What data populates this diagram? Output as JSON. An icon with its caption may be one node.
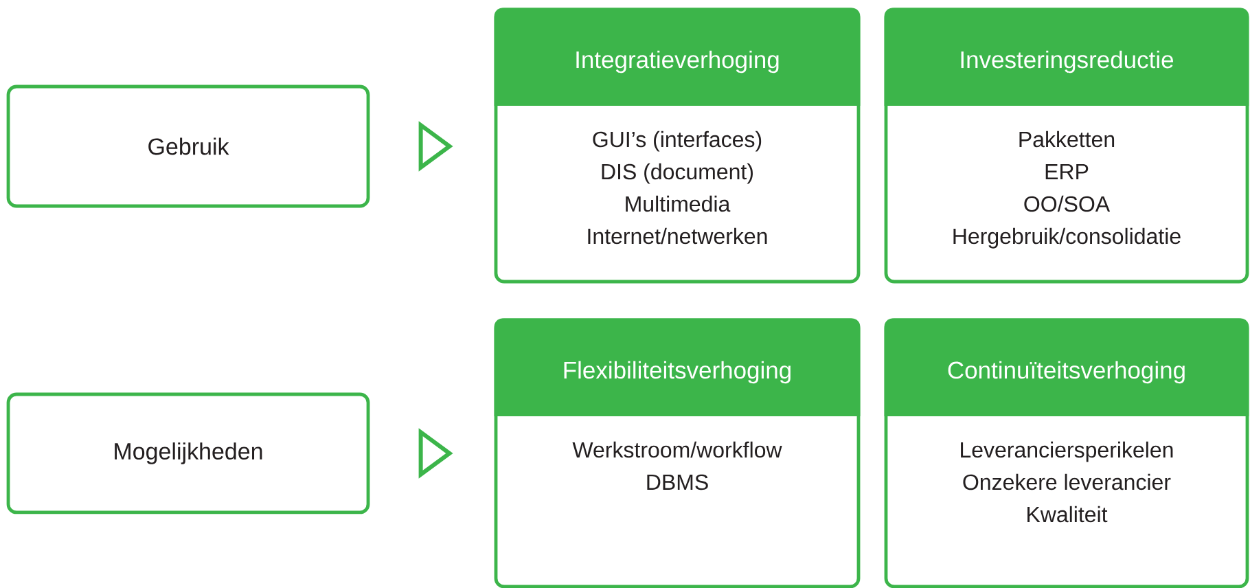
{
  "diagram": {
    "nodes": [
      {
        "text": [
          "Gebruik"
        ]
      },
      {
        "text": [
          "Integratieverhoging",
          "GUI’s (interfaces)",
          "DIS (document)",
          "Multimedia",
          "Internet/netwerken"
        ]
      },
      {
        "text": [
          "Investeringsreductie",
          "Pakketten",
          "ERP",
          "OO/SOA",
          "Hergebruik/consolidatie"
        ]
      },
      {
        "text": [
          "Mogelijkheden"
        ]
      },
      {
        "text": [
          "Flexibiliteitsverhoging",
          "Werkstroom/workflow",
          "DBMS"
        ]
      },
      {
        "text": [
          "Continuïteitsverhoging",
          "Leveranciersperikelen",
          "Onzekere leverancier",
          "Kwaliteit"
        ]
      }
    ],
    "edges": [
      {
        "from": 0,
        "to": 1,
        "arrow": "to"
      },
      {
        "from": 3,
        "to": 4,
        "arrow": "to"
      }
    ]
  }
}
